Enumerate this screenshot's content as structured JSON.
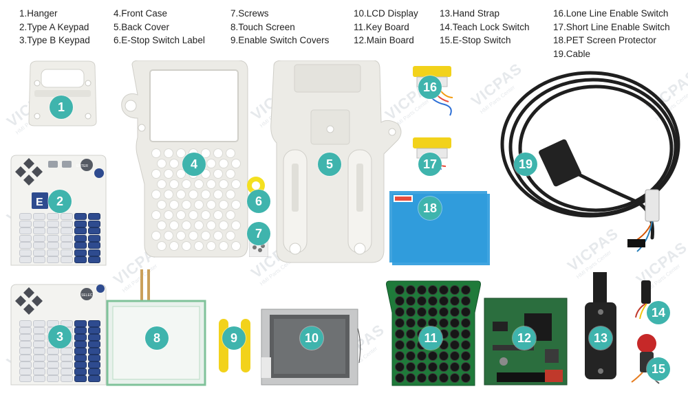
{
  "legend": {
    "col1": [
      "1.Hanger",
      "2.Type A Keypad",
      "3.Type B Keypad"
    ],
    "col2": [
      "4.Front Case",
      "5.Back Cover",
      "6.E-Stop Switch Label"
    ],
    "col3": [
      "7.Screws",
      "8.Touch Screen",
      "9.Enable Switch Covers"
    ],
    "col4": [
      "10.LCD Display",
      "11.Key Board",
      "12.Main Board"
    ],
    "col5": [
      "13.Hand Strap",
      "14.Teach Lock Switch",
      "15.E-Stop Switch"
    ],
    "col6": [
      "16.Lone Line Enable Switch",
      "17.Short Line Enable Switch",
      "18.PET Screen Protector",
      "19.Cable"
    ]
  },
  "badges": [
    "1",
    "2",
    "3",
    "4",
    "5",
    "6",
    "7",
    "8",
    "9",
    "10",
    "11",
    "12",
    "13",
    "14",
    "15",
    "16",
    "17",
    "18",
    "19"
  ],
  "watermark": {
    "brand": "VICPAS",
    "sub": "HMI Parts Center"
  },
  "keypad": {
    "enter": "ENTER",
    "select": "SELECT",
    "logo": "E"
  },
  "colors": {
    "badge": "#3fb4ad",
    "case": "#ecebe6",
    "pcb": "#1f7a3a",
    "keypad_blue": "#2e4b8f",
    "yellow": "#f2d21b"
  }
}
